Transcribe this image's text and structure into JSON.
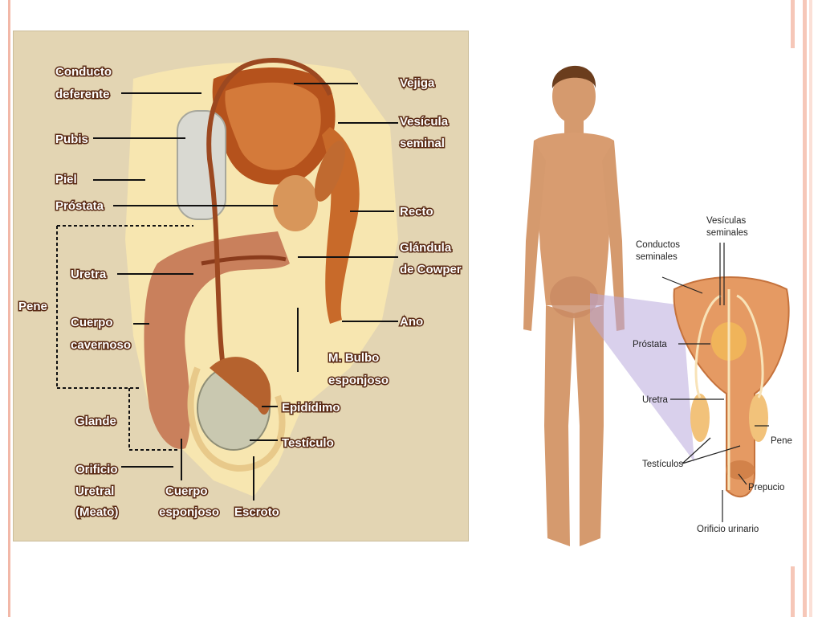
{
  "left_diagram": {
    "conducto": "Conducto",
    "deferente": "deferente",
    "pubis": "Pubis",
    "piel": "Piel",
    "prostata": "Próstata",
    "pene": "Pene",
    "uretra": "Uretra",
    "cuerpo": "Cuerpo",
    "cavernoso": "cavernoso",
    "glande": "Glande",
    "orificio": "Orificio",
    "uretral": "Uretral",
    "meato": "(Meato)",
    "cuerpo2": "Cuerpo",
    "esponjoso": "esponjoso",
    "escroto": "Escroto",
    "vejiga": "Vejiga",
    "vesicula": "Vesícula",
    "seminal": "seminal",
    "recto": "Recto",
    "glandula": "Glándula",
    "de_cowper": "de Cowper",
    "ano": "Ano",
    "m_bulbo": "M. Bulbo",
    "esponjoso2": "esponjoso",
    "epididimo": "Epidídimo",
    "testiculo": "Testículo"
  },
  "right_diagram": {
    "vesiculas": "Vesículas",
    "seminales": "seminales",
    "conductos": "Conductos",
    "seminales2": "seminales",
    "prostata": "Próstata",
    "uretra": "Uretra",
    "pene": "Pene",
    "testiculos": "Testículos",
    "prepucio": "Prepucio",
    "orificio_urinario": "Orificio urinario"
  },
  "colors": {
    "frame": "#f2b8a8",
    "panel_bg": "#e3d5b3",
    "label_outline": "#5a2a14"
  }
}
